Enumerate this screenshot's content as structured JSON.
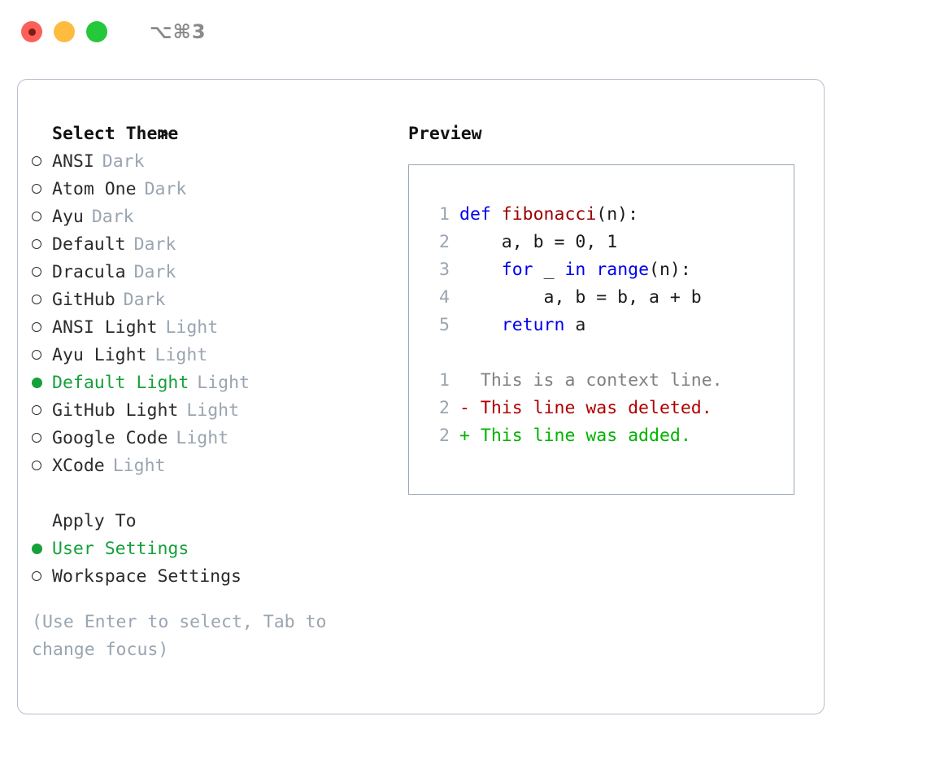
{
  "titlebar": {
    "shortcut": "⌥⌘3",
    "buttons": [
      {
        "name": "close",
        "color": "#fc6058"
      },
      {
        "name": "minimize",
        "color": "#fdbc40"
      },
      {
        "name": "maximize",
        "color": "#25c73b"
      }
    ]
  },
  "theme_picker": {
    "header_marker": ">",
    "header_label": "Select Theme",
    "items": [
      {
        "marker": "o",
        "label": "ANSI",
        "tag": "Dark",
        "selected": false
      },
      {
        "marker": "o",
        "label": "Atom One",
        "tag": "Dark",
        "selected": false
      },
      {
        "marker": "o",
        "label": "Ayu",
        "tag": "Dark",
        "selected": false
      },
      {
        "marker": "o",
        "label": "Default",
        "tag": "Dark",
        "selected": false
      },
      {
        "marker": "o",
        "label": "Dracula",
        "tag": "Dark",
        "selected": false
      },
      {
        "marker": "o",
        "label": "GitHub",
        "tag": "Dark",
        "selected": false
      },
      {
        "marker": "o",
        "label": "ANSI Light",
        "tag": "Light",
        "selected": false
      },
      {
        "marker": "o",
        "label": "Ayu Light",
        "tag": "Light",
        "selected": false
      },
      {
        "marker": "●",
        "label": "Default Light",
        "tag": "Light",
        "selected": true
      },
      {
        "marker": "o",
        "label": "GitHub Light",
        "tag": "Light",
        "selected": false
      },
      {
        "marker": "o",
        "label": "Google Code",
        "tag": "Light",
        "selected": false
      },
      {
        "marker": "o",
        "label": "XCode",
        "tag": "Light",
        "selected": false
      }
    ]
  },
  "apply_to": {
    "heading": "Apply To",
    "items": [
      {
        "marker": "●",
        "label": "User Settings",
        "selected": true
      },
      {
        "marker": "o",
        "label": "Workspace Settings",
        "selected": false
      }
    ]
  },
  "hint": "(Use Enter to select, Tab to change focus)",
  "preview": {
    "title": "Preview",
    "code_lines": [
      {
        "no": "1",
        "segments": [
          {
            "text": "def ",
            "kind": "kw"
          },
          {
            "text": "fibonacci",
            "kind": "fn"
          },
          {
            "text": "(n):",
            "kind": "plain"
          }
        ]
      },
      {
        "no": "2",
        "segments": [
          {
            "text": "    a, b = 0, 1",
            "kind": "plain"
          }
        ]
      },
      {
        "no": "3",
        "segments": [
          {
            "text": "    ",
            "kind": "plain"
          },
          {
            "text": "for",
            "kind": "kw"
          },
          {
            "text": " _ ",
            "kind": "plain"
          },
          {
            "text": "in",
            "kind": "kw"
          },
          {
            "text": " ",
            "kind": "plain"
          },
          {
            "text": "range",
            "kind": "kw"
          },
          {
            "text": "(n):",
            "kind": "plain"
          }
        ]
      },
      {
        "no": "4",
        "segments": [
          {
            "text": "        a, b = b, a + b",
            "kind": "plain"
          }
        ]
      },
      {
        "no": "5",
        "segments": [
          {
            "text": "    ",
            "kind": "plain"
          },
          {
            "text": "return",
            "kind": "kw"
          },
          {
            "text": " a",
            "kind": "plain"
          }
        ]
      }
    ],
    "diff_lines": [
      {
        "no": "1",
        "segments": [
          {
            "text": "  This is a context line.",
            "kind": "ctx"
          }
        ]
      },
      {
        "no": "2",
        "segments": [
          {
            "text": "- This line was deleted.",
            "kind": "del"
          }
        ]
      },
      {
        "no": "2",
        "segments": [
          {
            "text": "+ This line was added.",
            "kind": "add"
          }
        ]
      }
    ]
  },
  "colors": {
    "selected_green": "#15a03a",
    "muted_gray": "#9aa5b1",
    "keyword_blue": "#0000ee",
    "function_red": "#990000",
    "diff_deleted": "#b00000",
    "diff_added": "#00b300",
    "panel_border": "#b6bfcc",
    "preview_border": "#9aa7b8"
  }
}
